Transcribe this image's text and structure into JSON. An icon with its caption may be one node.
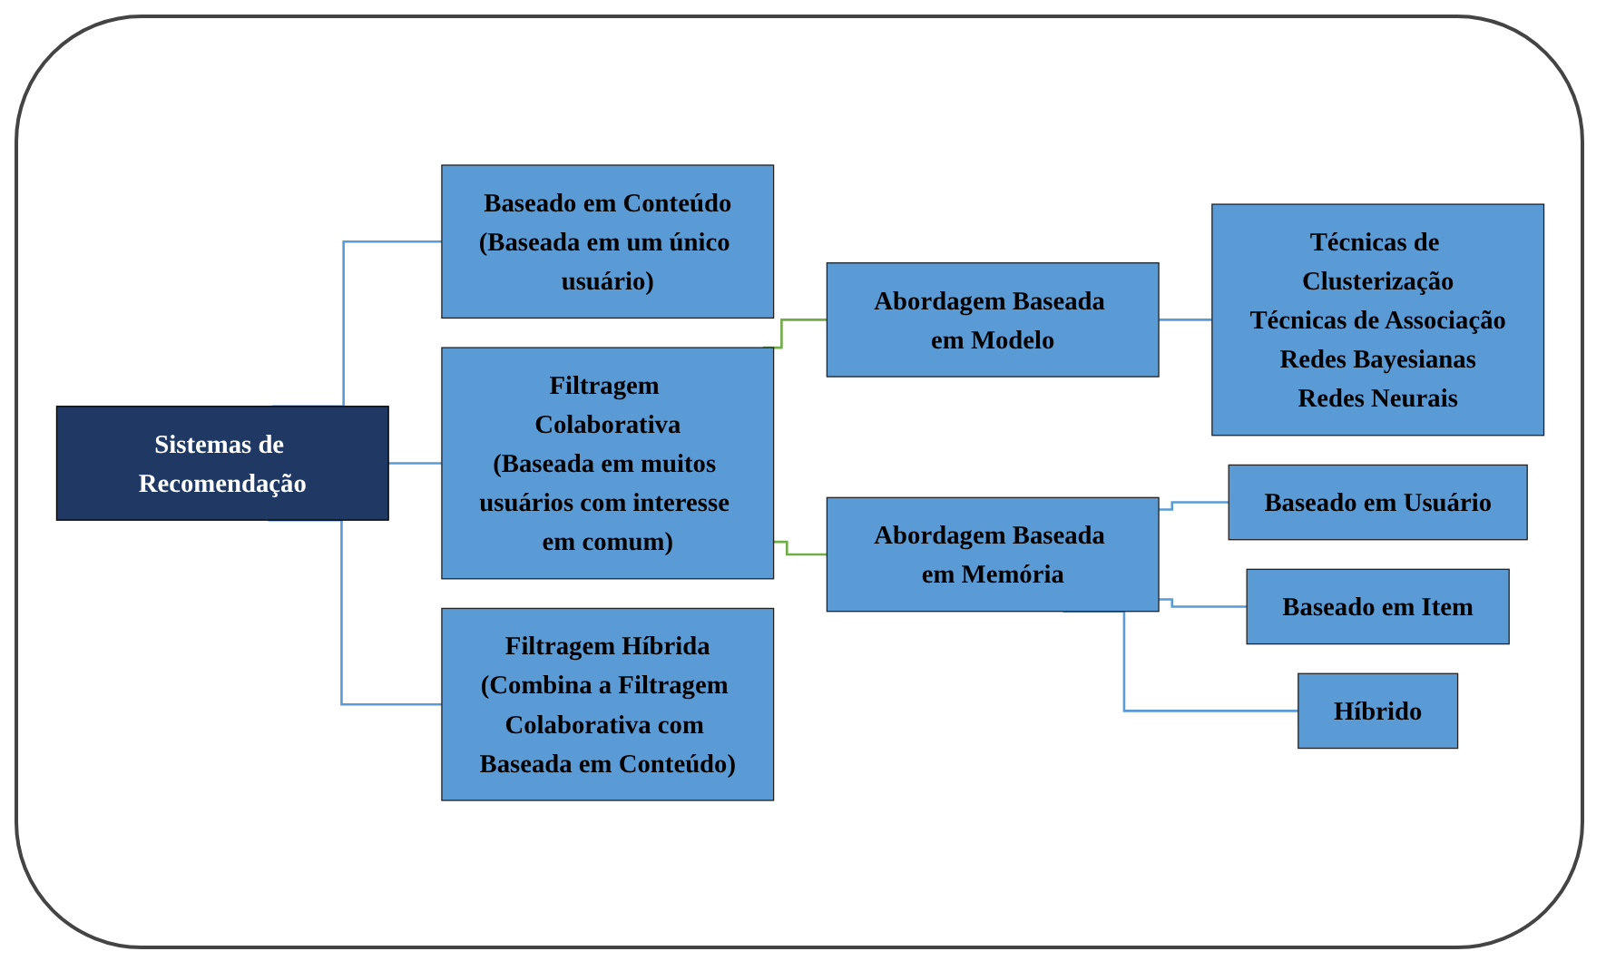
{
  "diagram": {
    "nodes": [
      {
        "text": [
          "Sistemas de Recomendação"
        ]
      },
      {
        "text": [
          "Baseado em Conteúdo",
          "(Baseada em um único usuário)"
        ]
      },
      {
        "text": [
          "Filtragem Colaborativa",
          "(Baseada em muitos usuários com interesse em comum)"
        ]
      },
      {
        "text": [
          "Filtragem Híbrida",
          "(Combina a Filtragem Colaborativa com Baseada em Conteúdo)"
        ]
      },
      {
        "text": [
          "Abordagem Baseada em Modelo"
        ]
      },
      {
        "text": [
          "Técnicas de Clusterização",
          "Técnicas de Associação",
          "Redes Bayesianas",
          "Redes Neurais"
        ]
      },
      {
        "text": [
          "Abordagem Baseada em Memória"
        ]
      },
      {
        "text": [
          "Baseado em Usuário"
        ]
      },
      {
        "text": [
          "Baseado em Item"
        ]
      },
      {
        "text": [
          "Híbrido"
        ]
      }
    ],
    "edges": [
      {
        "from": 0,
        "to": 1,
        "arrow": "none"
      },
      {
        "from": 0,
        "to": 2,
        "arrow": "none"
      },
      {
        "from": 0,
        "to": 3,
        "arrow": "none"
      },
      {
        "from": 2,
        "to": 4,
        "arrow": "none",
        "color": "#70ad47"
      },
      {
        "from": 2,
        "to": 6,
        "arrow": "none",
        "color": "#70ad47"
      },
      {
        "from": 4,
        "to": 5,
        "arrow": "none"
      },
      {
        "from": 6,
        "to": 7,
        "arrow": "none"
      },
      {
        "from": 6,
        "to": 8,
        "arrow": "none"
      },
      {
        "from": 6,
        "to": 9,
        "arrow": "none"
      }
    ]
  }
}
